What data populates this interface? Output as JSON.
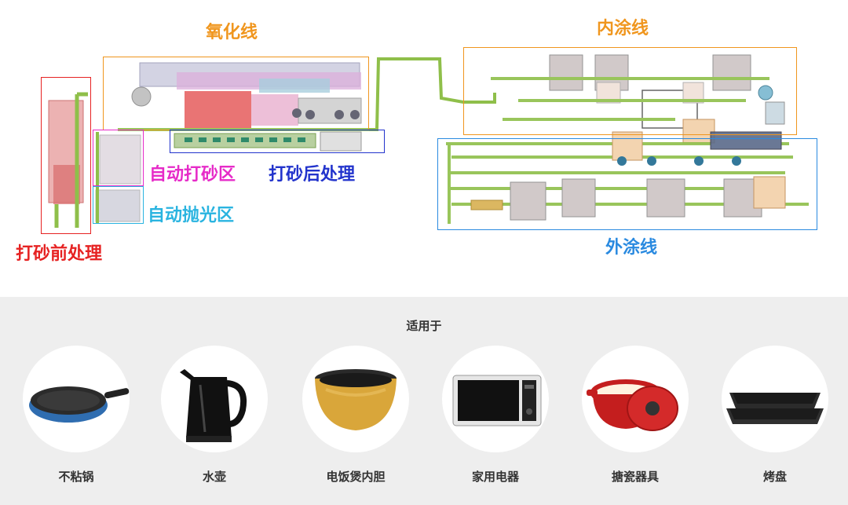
{
  "zones": {
    "oxidation": {
      "label": "氧化线",
      "color": "#f0961e"
    },
    "inner_coating": {
      "label": "内涂线",
      "color": "#f0961e"
    },
    "outer_coating": {
      "label": "外涂线",
      "color": "#2a8ae0"
    },
    "pre_sanding": {
      "label": "打砂前处理",
      "color": "#e62222"
    },
    "auto_sanding": {
      "label": "自动打砂区",
      "color": "#e62bc8"
    },
    "post_sanding": {
      "label": "打砂后处理",
      "color": "#2233cc"
    },
    "auto_polishing": {
      "label": "自动抛光区",
      "color": "#2ab4e0"
    }
  },
  "applications": {
    "title": "适用于",
    "items": [
      {
        "label": "不粘锅",
        "icon": "nonstick-pan-icon"
      },
      {
        "label": "水壶",
        "icon": "kettle-icon"
      },
      {
        "label": "电饭煲内胆",
        "icon": "rice-cooker-pot-icon"
      },
      {
        "label": "家用电器",
        "icon": "microwave-icon"
      },
      {
        "label": "搪瓷器具",
        "icon": "enamel-pot-icon"
      },
      {
        "label": "烤盘",
        "icon": "baking-tray-icon"
      }
    ]
  }
}
